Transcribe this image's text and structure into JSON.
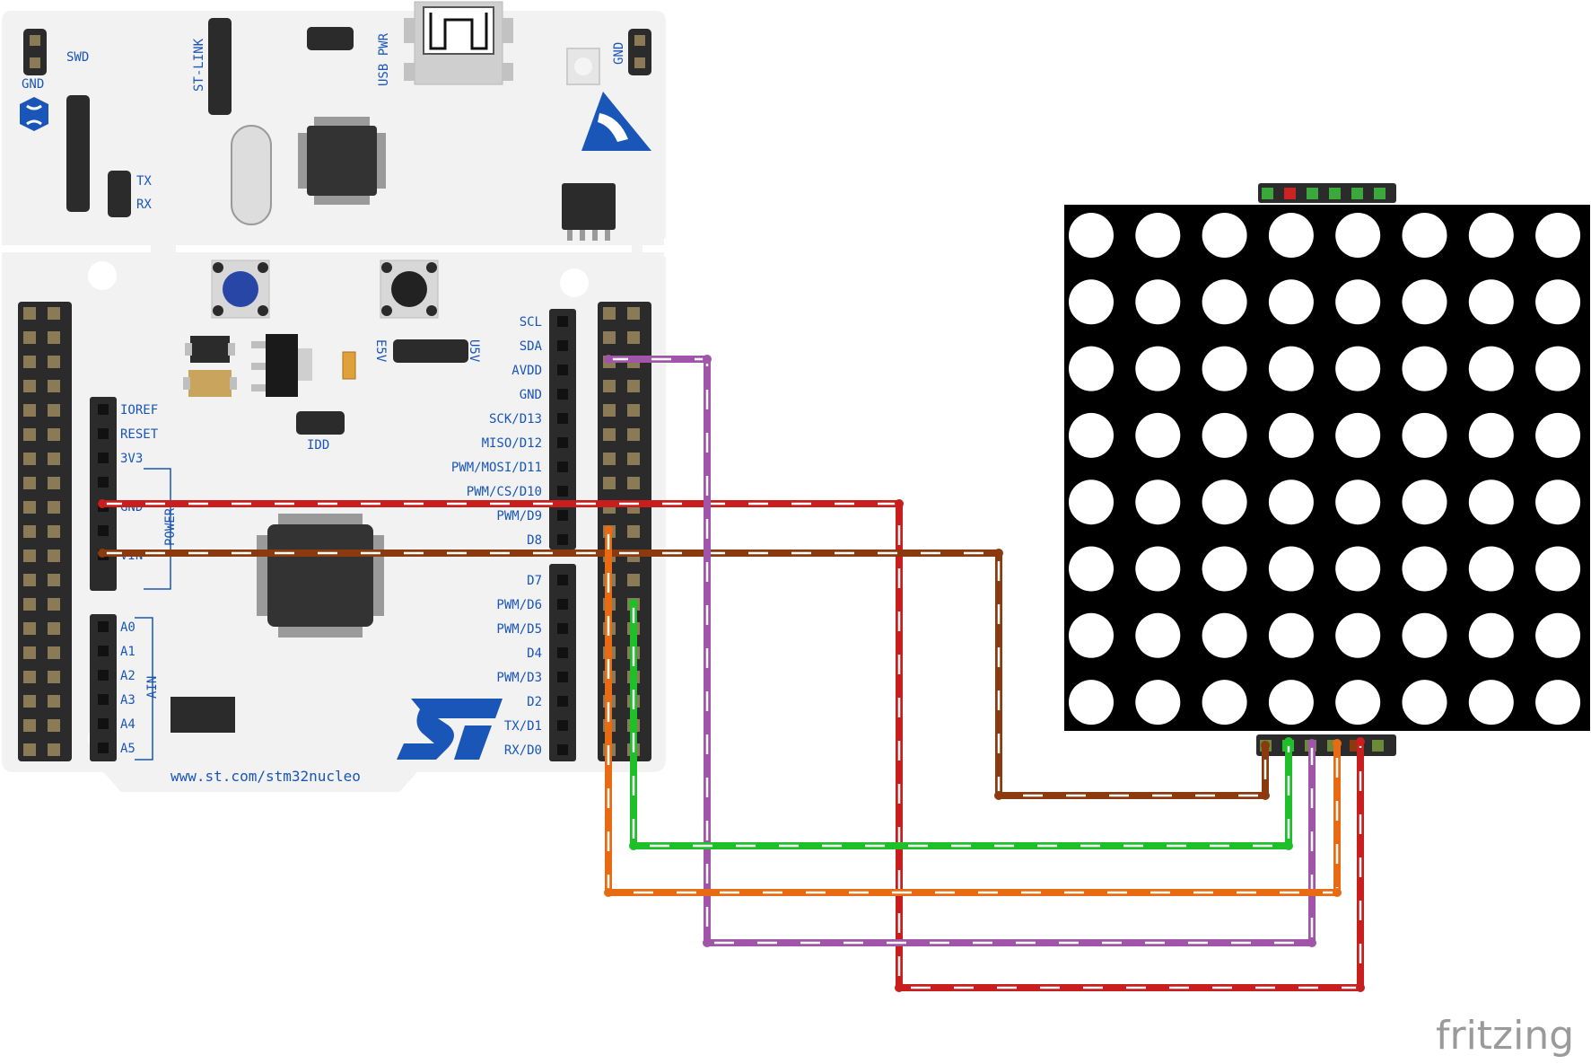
{
  "board": {
    "left_labels": {
      "gnd_top": "GND",
      "swd": "SWD",
      "st_link": "ST-LINK",
      "usb_pwr": "USB PWR",
      "gnd_right": "GND",
      "tx": "TX",
      "rx": "RX",
      "e5v": "E5V",
      "u5v": "U5V",
      "idd": "IDD",
      "power": "POWER",
      "ain": "AIN",
      "url": "www.st.com/stm32nucleo"
    },
    "power_header": [
      "IOREF",
      "RESET",
      "3V3",
      "",
      "GND",
      "",
      "VIN"
    ],
    "analog_header": [
      "A0",
      "A1",
      "A2",
      "A3",
      "A4",
      "A5"
    ],
    "digital_upper": [
      "SCL",
      "SDA",
      "AVDD",
      "GND",
      "SCK/D13",
      "MISO/D12",
      "PWM/MOSI/D11",
      "PWM/CS/D10",
      "PWM/D9",
      "D8"
    ],
    "digital_lower": [
      "D7",
      "PWM/D6",
      "PWM/D5",
      "D4",
      "PWM/D3",
      "D2",
      "TX/D1",
      "RX/D0"
    ]
  },
  "matrix": {
    "rows": 8,
    "cols": 8,
    "pins": 6
  },
  "wires": [
    {
      "name": "red",
      "color": "#c81e1e"
    },
    {
      "name": "brown",
      "color": "#8a3a0e"
    },
    {
      "name": "purple",
      "color": "#a055a8"
    },
    {
      "name": "orange",
      "color": "#e86a12"
    },
    {
      "name": "green",
      "color": "#1fbf2a"
    }
  ],
  "colors": {
    "board": "#f2f2f2",
    "header": "#2b2b2b",
    "label": "#1a56b8",
    "st_blue": "#1a56b8"
  },
  "watermark": "fritzing"
}
